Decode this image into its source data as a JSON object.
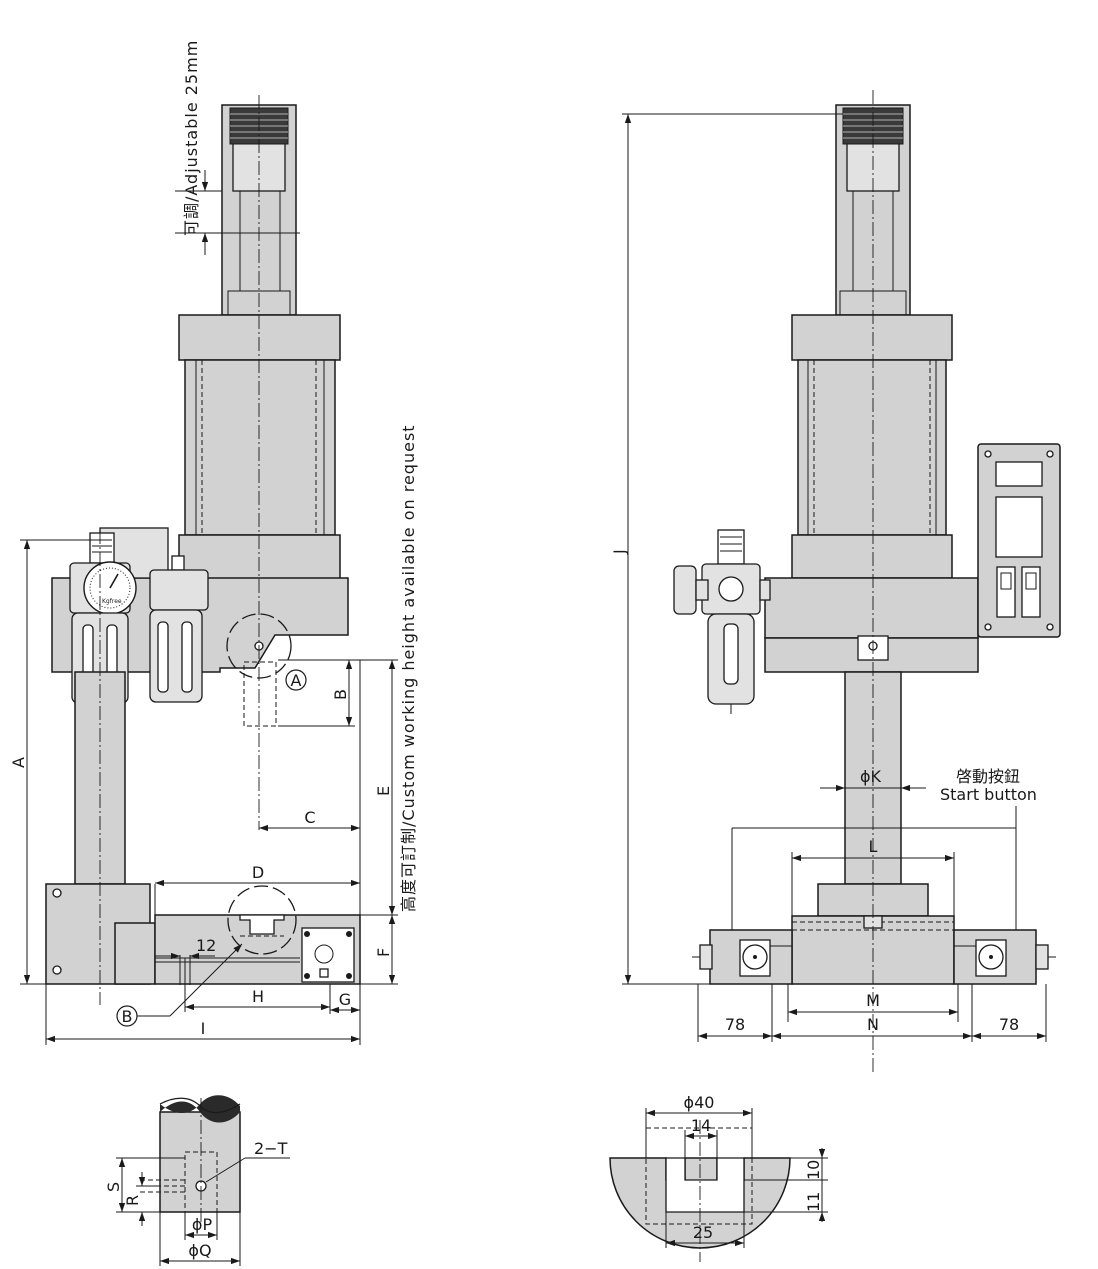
{
  "labels": {
    "A": "A",
    "B": "B",
    "C": "C",
    "D": "D",
    "E": "E",
    "F": "F",
    "G": "G",
    "H": "H",
    "I": "I",
    "J": "J",
    "phiK": "ϕK",
    "L": "L",
    "M": "M",
    "N": "N",
    "phiP": "ϕP",
    "phiQ": "ϕQ",
    "R": "R",
    "S": "S",
    "twoT": "2−T",
    "dim12": "12",
    "dim78_left": "78",
    "dim78_right": "78",
    "phi40": "ϕ40",
    "dim14": "14",
    "dim25": "25",
    "dim11": "11",
    "dim10": "10",
    "circleA": "A",
    "circleB": "B"
  },
  "annotations": {
    "adjustable": "可調/Adjustable 25mm",
    "custom_height": "高度可訂制/Custom working height available on request",
    "start_button_cn": "啓動按鈕",
    "start_button_en": "Start button"
  },
  "gauge_brand": "Kgfree"
}
